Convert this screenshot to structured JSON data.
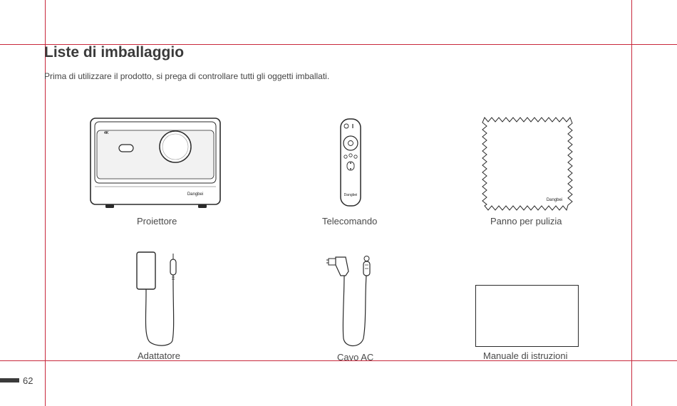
{
  "document": {
    "title": "Liste di imballaggio",
    "intro": "Prima di utilizzare il prodotto, si prega di controllare tutti gli oggetti imballati."
  },
  "items": [
    {
      "caption": "Proiettore",
      "icon": "projector-icon",
      "brand": "Dangbei",
      "badge": "4K"
    },
    {
      "caption": "Telecomando",
      "icon": "remote-control-icon",
      "brand": "Dangbei"
    },
    {
      "caption": "Panno per pulizia",
      "icon": "cleaning-cloth-icon",
      "brand": "Dangbei"
    },
    {
      "caption": "Adattatore",
      "icon": "power-adapter-icon"
    },
    {
      "caption": "Cavo AC",
      "icon": "ac-cable-icon"
    },
    {
      "caption": "Manuale di istruzioni",
      "icon": "manual-icon"
    }
  ],
  "page": {
    "number": "62"
  },
  "colors": {
    "guides": "#c8283c",
    "text": "#444444"
  }
}
